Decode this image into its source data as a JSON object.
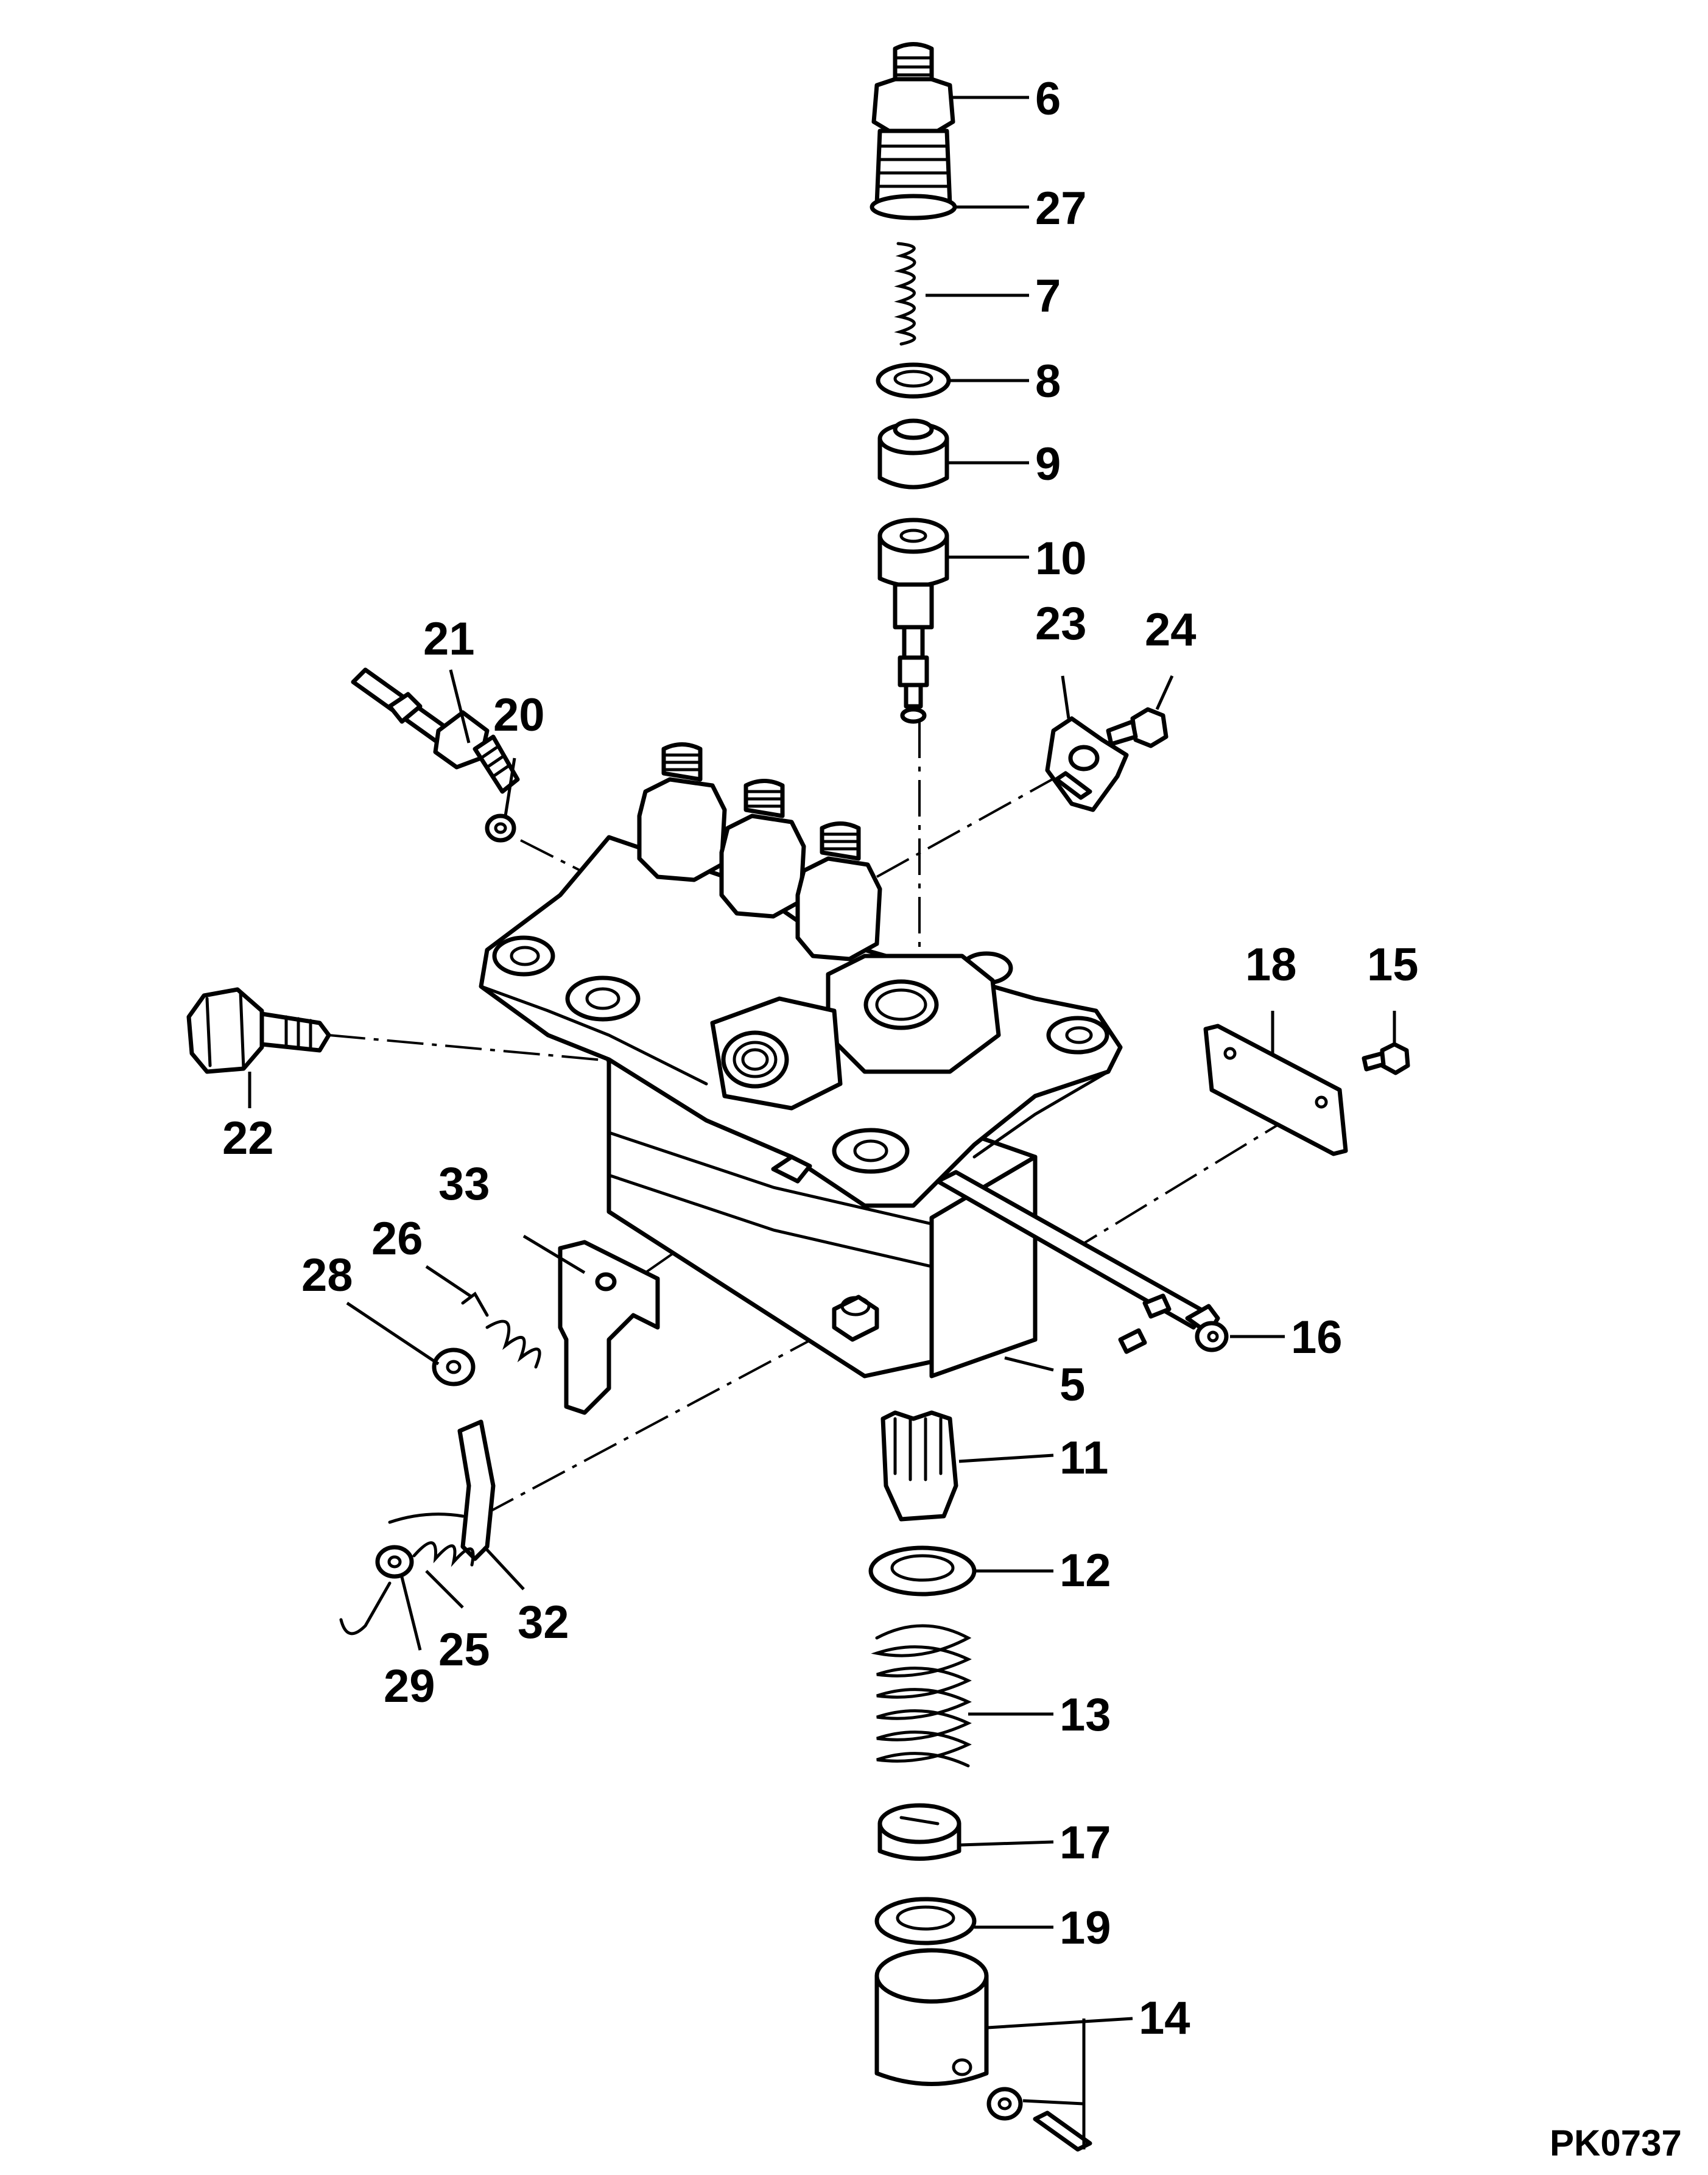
{
  "drawing_reference": "PK0737",
  "callouts": {
    "c5": "5",
    "c6": "6",
    "c7": "7",
    "c8": "8",
    "c9": "9",
    "c10": "10",
    "c11": "11",
    "c12": "12",
    "c13": "13",
    "c14": "14",
    "c15": "15",
    "c16": "16",
    "c17": "17",
    "c18": "18",
    "c19": "19",
    "c20": "20",
    "c21": "21",
    "c22": "22",
    "c23": "23",
    "c24": "24",
    "c25": "25",
    "c26": "26",
    "c27": "27",
    "c28": "28",
    "c29": "29",
    "c32": "32",
    "c33": "33"
  }
}
